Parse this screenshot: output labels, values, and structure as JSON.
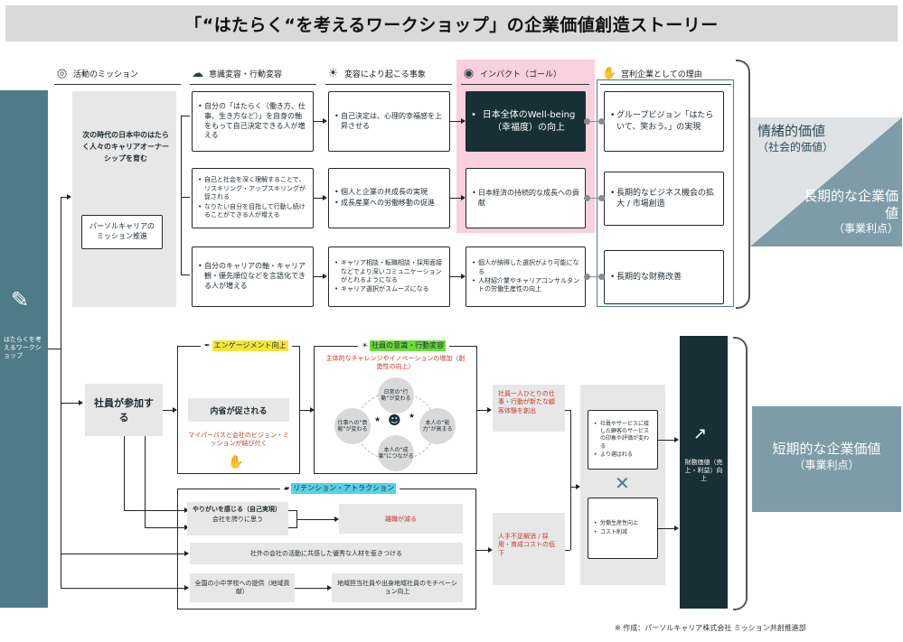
{
  "title": "「“はたらく“を考えるワークショップ」の企業価値創造ストーリー",
  "footer": "※ 作成：パーソルキャリア株式会社 ミッション共創推進部",
  "left_bar": "はたらくを考えるワークショップ",
  "columns": {
    "mission": "活動のミッション",
    "awareness": "意識変容・行動変容",
    "events": "変容により起こる事象",
    "impact": "インパクト（ゴール）",
    "reason": "営利企業としての理由"
  },
  "mission": {
    "main": "次の時代の日本中のはたらく人々のキャリアオーナーシップを育む",
    "sub": "パーソルキャリアのミッション推進"
  },
  "rows": [
    {
      "awareness": "自分の「はたらく（働き方、仕事、生き方など）」を自身の軸をもって自己決定できる人が増える",
      "event": "自己決定は、心理的幸福感を上昇させる",
      "impact": "日本全体のWell-being（幸福度）の向上",
      "reason": "グループビジョン「はたらいて、笑おう。」の実現"
    },
    {
      "awareness": [
        "自己と社会を深く理解することで、リスキリング・アップスキリングが促される",
        "なりたい自分を目指して行動し続けることができる人が増える"
      ],
      "event": [
        "個人と企業の共成長の実現",
        "成長産業への労働移動の促進"
      ],
      "impact": "日本経済の持続的な成長への貢献",
      "reason": "長期的なビジネス機会の拡大 / 市場創造"
    },
    {
      "awareness": "自分のキャリアの軸・キャリア観・優先順位などを言語化できる人が増える",
      "event": [
        "キャリア相談・転職相談・採用面接などでより深いコミュニケーションがとれるようになる",
        "キャリア選択がスムーズになる"
      ],
      "impact": [
        "個人が納得した選択がより可能になる",
        "人材紹介業やキャリアコンサルタントの労働生産性の向上"
      ],
      "reason": "長期的な財務改善"
    }
  ],
  "value_emotional": {
    "title": "情緒的価値",
    "sub": "（社会的価値）"
  },
  "value_long": {
    "title": "長期的な企業価値",
    "sub": "（事業利点）"
  },
  "value_short": {
    "title": "短期的な企業価値",
    "sub": "（事業利点）"
  },
  "employee": "社員が参加する",
  "engagement": {
    "label": "エンゲージメント向上",
    "box": "内省が促される",
    "text": "マイパーパスと会社のビジョン・ミッションが結び付く"
  },
  "behavior": {
    "label": "社員の意識・行動変容",
    "text": "主体的なチャレンジやイノベーションの増加（創造性の向上）",
    "circles": [
      "日常の“行動”が変わる",
      "本人の“能力”が高まる",
      "本人の“成果”につながる",
      "仕事への“貢献”が変わる"
    ]
  },
  "employee_experience": "社員一人ひとりの仕事・行動が新たな顧客体験を創出",
  "customer": [
    "社員やサービスに接した顧客のサービスの印象や評価が変わる",
    "より選ばれる"
  ],
  "cost": [
    "労働生産性向上",
    "コスト削減"
  ],
  "financial": "財務価値（売上・利益）向上",
  "retention": {
    "label": "リテンション・アトラクション",
    "items": [
      "やりがいを感じる（自己実現）",
      "会社を誇りに思う"
    ],
    "result": "離職が減る",
    "recruit": "社外の会社の活動に共感した優秀な人材を惹きつける",
    "school": "全国の小中学校への提供（地域貢献）",
    "local": "地域担当社員や出身地域社員のモチベーション向上",
    "hiring": "人手不足解消 / 採用・育成コストの低下"
  },
  "colors": {
    "dark": "#163036",
    "teal": "#4f7a87",
    "pink": "#f9d0dd",
    "gray": "#e7e7e7"
  }
}
